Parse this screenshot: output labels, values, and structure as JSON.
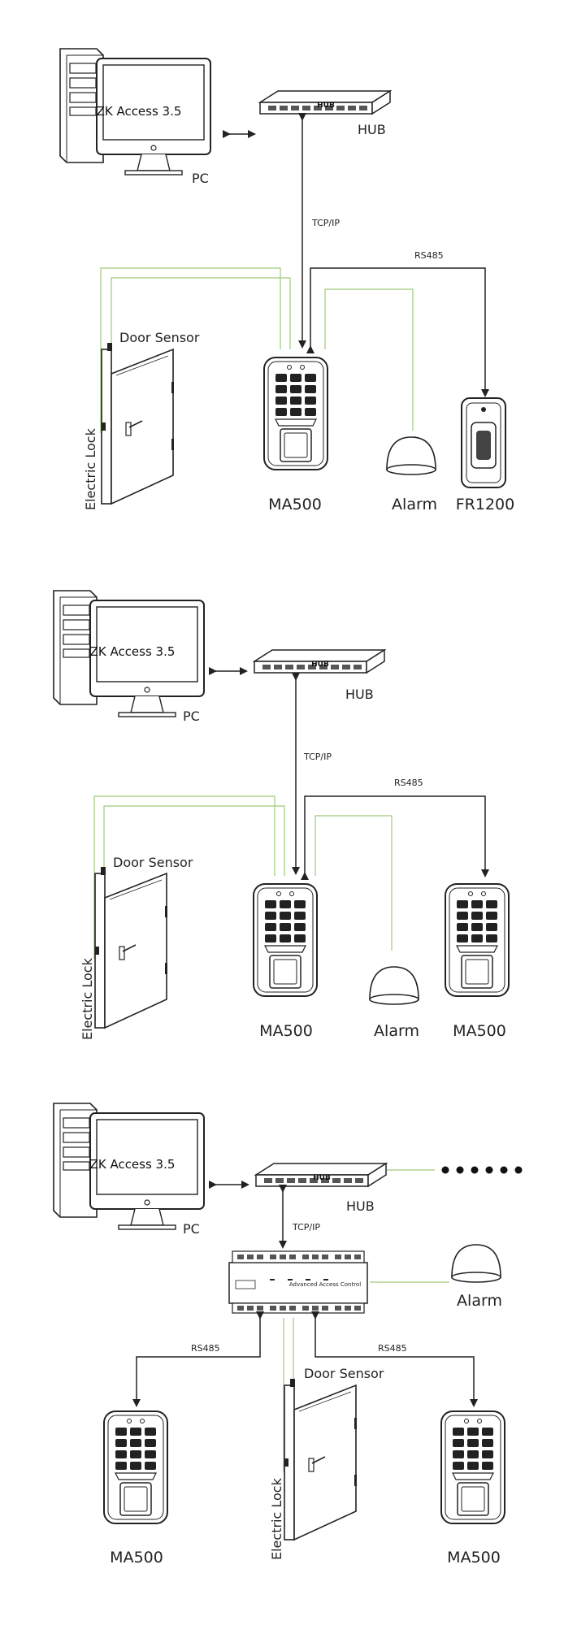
{
  "colors": {
    "line": "#222222",
    "green": "#9ccb7a",
    "device": "#333333"
  },
  "diagram1": {
    "software": "ZK Access 3.5",
    "pc": "PC",
    "hub": "HUB",
    "tcpip": "TCP/IP",
    "rs485": "RS485",
    "door_sensor": "Door Sensor",
    "electric_lock": "Electric Lock",
    "terminal": "MA500",
    "alarm": "Alarm",
    "reader": "FR1200",
    "hub_text": "HUB"
  },
  "diagram2": {
    "software": "ZK Access 3.5",
    "pc": "PC",
    "hub": "HUB",
    "tcpip": "TCP/IP",
    "rs485": "RS485",
    "door_sensor": "Door Sensor",
    "electric_lock": "Electric Lock",
    "terminal": "MA500",
    "alarm": "Alarm",
    "reader": "MA500",
    "hub_text": "HUB"
  },
  "diagram3": {
    "software": "ZK Access 3.5",
    "pc": "PC",
    "hub": "HUB",
    "tcpip": "TCP/IP",
    "rs485_left": "RS485",
    "rs485_right": "RS485",
    "door_sensor": "Door Sensor",
    "electric_lock": "Electric Lock",
    "reader_left": "MA500",
    "reader_right": "MA500",
    "alarm": "Alarm",
    "controller_text": "Advanced Access Control",
    "hub_text": "HUB"
  }
}
